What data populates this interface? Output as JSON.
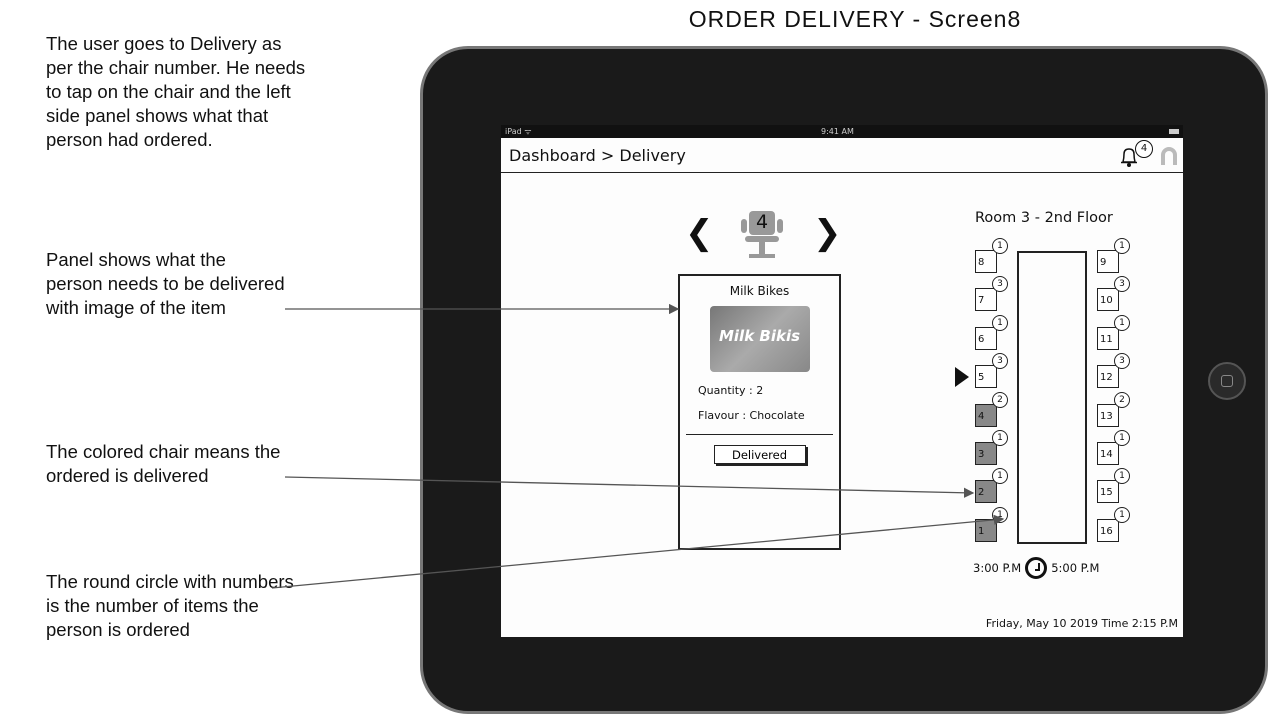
{
  "slide_title": "ORDER DELIVERY - Screen8",
  "notes": [
    "The user goes to Delivery as per the chair number. He needs to tap on the chair and the left side panel shows what that person had ordered.",
    "Panel shows what the person needs to be delivered with image of the item",
    "The colored chair means the ordered is delivered",
    "The round circle with numbers is the number of items the person is ordered"
  ],
  "status_bar": {
    "device": "iPad ᯤ",
    "time": "9:41 AM"
  },
  "header": {
    "breadcrumb": "Dashboard > Delivery",
    "notification_count": "4"
  },
  "selector": {
    "prev": "❮",
    "next": "❯",
    "chair_number": "4"
  },
  "panel": {
    "item_name": "Milk Bikes",
    "image_label": "Milk Bikis",
    "quantity": "Quantity : 2",
    "flavour": "Flavour : Chocolate",
    "button": "Delivered"
  },
  "room": {
    "title": "Room 3 - 2nd Floor",
    "selected_chair": 5,
    "left_chairs": [
      {
        "n": "8",
        "items": "1",
        "delivered": false
      },
      {
        "n": "7",
        "items": "3",
        "delivered": false
      },
      {
        "n": "6",
        "items": "1",
        "delivered": false
      },
      {
        "n": "5",
        "items": "3",
        "delivered": false
      },
      {
        "n": "4",
        "items": "2",
        "delivered": true
      },
      {
        "n": "3",
        "items": "1",
        "delivered": true
      },
      {
        "n": "2",
        "items": "1",
        "delivered": true
      },
      {
        "n": "1",
        "items": "1",
        "delivered": true
      }
    ],
    "right_chairs": [
      {
        "n": "9",
        "items": "1",
        "delivered": false
      },
      {
        "n": "10",
        "items": "3",
        "delivered": false
      },
      {
        "n": "11",
        "items": "1",
        "delivered": false
      },
      {
        "n": "12",
        "items": "3",
        "delivered": false
      },
      {
        "n": "13",
        "items": "2",
        "delivered": false
      },
      {
        "n": "14",
        "items": "1",
        "delivered": false
      },
      {
        "n": "15",
        "items": "1",
        "delivered": false
      },
      {
        "n": "16",
        "items": "1",
        "delivered": false
      }
    ],
    "start_time": "3:00 P.M",
    "end_time": "5:00 P.M"
  },
  "footer": {
    "datetime": "Friday, May 10 2019  Time 2:15 P.M"
  },
  "colors": {
    "delivered": "#888888",
    "frame": "#1a1a1a"
  }
}
